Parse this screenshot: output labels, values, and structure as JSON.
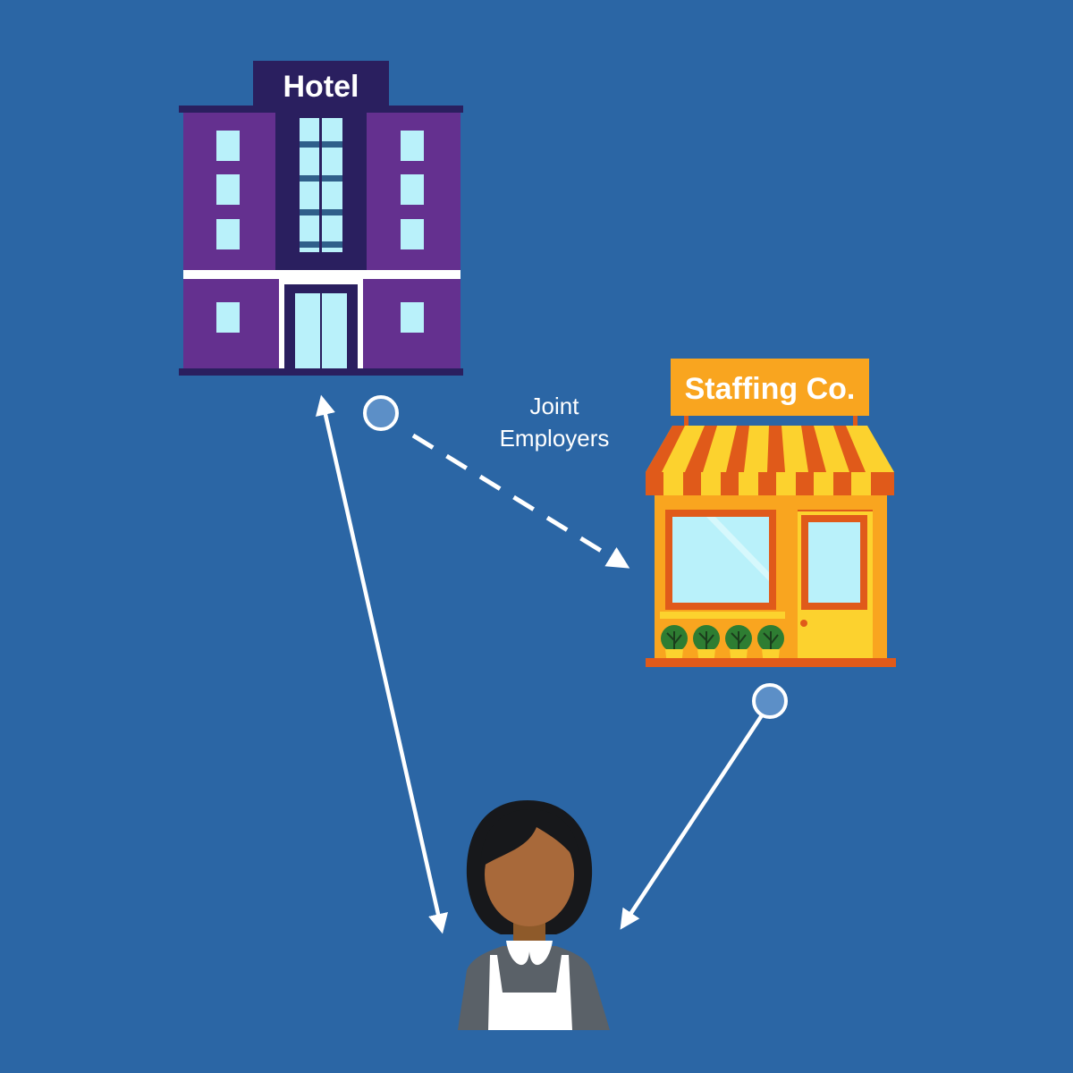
{
  "hotel": {
    "sign": "Hotel"
  },
  "staffing": {
    "sign": "Staffing Co."
  },
  "relationship": {
    "line1": "Joint",
    "line2": "Employers"
  },
  "colors": {
    "background": "#2b66a5",
    "hotel_body": "#64308f",
    "hotel_dark": "#2a1f5f",
    "window": "#b9f1fa",
    "storefront": "#f9a51f",
    "awning_red": "#e05a1a",
    "awning_yellow": "#fcd22e",
    "arrow": "#ffffff",
    "node": "#5c8fc7"
  }
}
